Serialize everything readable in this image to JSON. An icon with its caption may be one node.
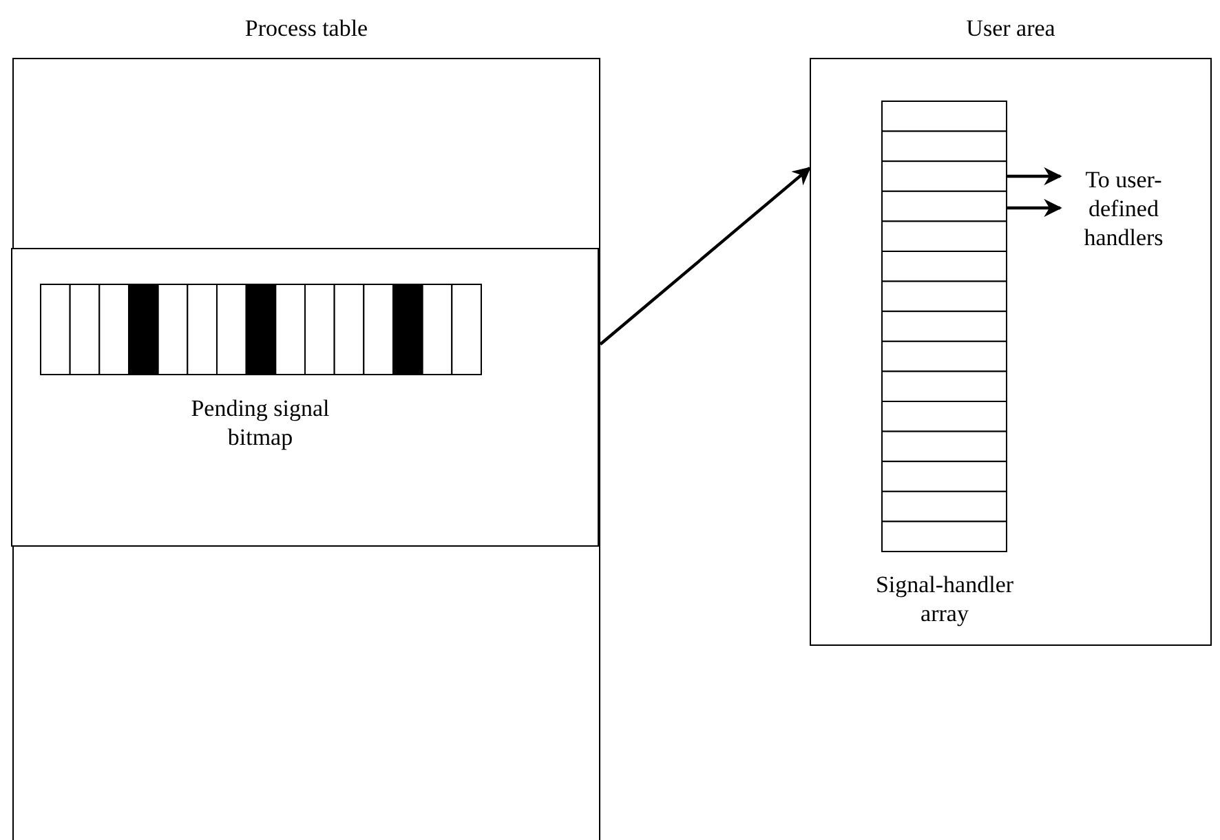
{
  "diagram": {
    "nodes": [
      {
        "text": [
          "Process table"
        ]
      },
      {
        "text": [],
        "shape": "box",
        "in": 0
      },
      {
        "text": [
          "Pending signal bitmap"
        ],
        "in": 1
      },
      {
        "text": [
          "User area"
        ]
      },
      {
        "text": [
          "Signal-handler array"
        ],
        "in": 3
      },
      {
        "text": [
          "To user-defined handlers"
        ],
        "in": 3
      }
    ],
    "edges": [
      {
        "from": 1,
        "to": 3,
        "arrow": "to"
      },
      {
        "from": 4,
        "to": 5,
        "arrow": "to"
      },
      {
        "from": 4,
        "to": 5,
        "arrow": "to"
      }
    ]
  }
}
